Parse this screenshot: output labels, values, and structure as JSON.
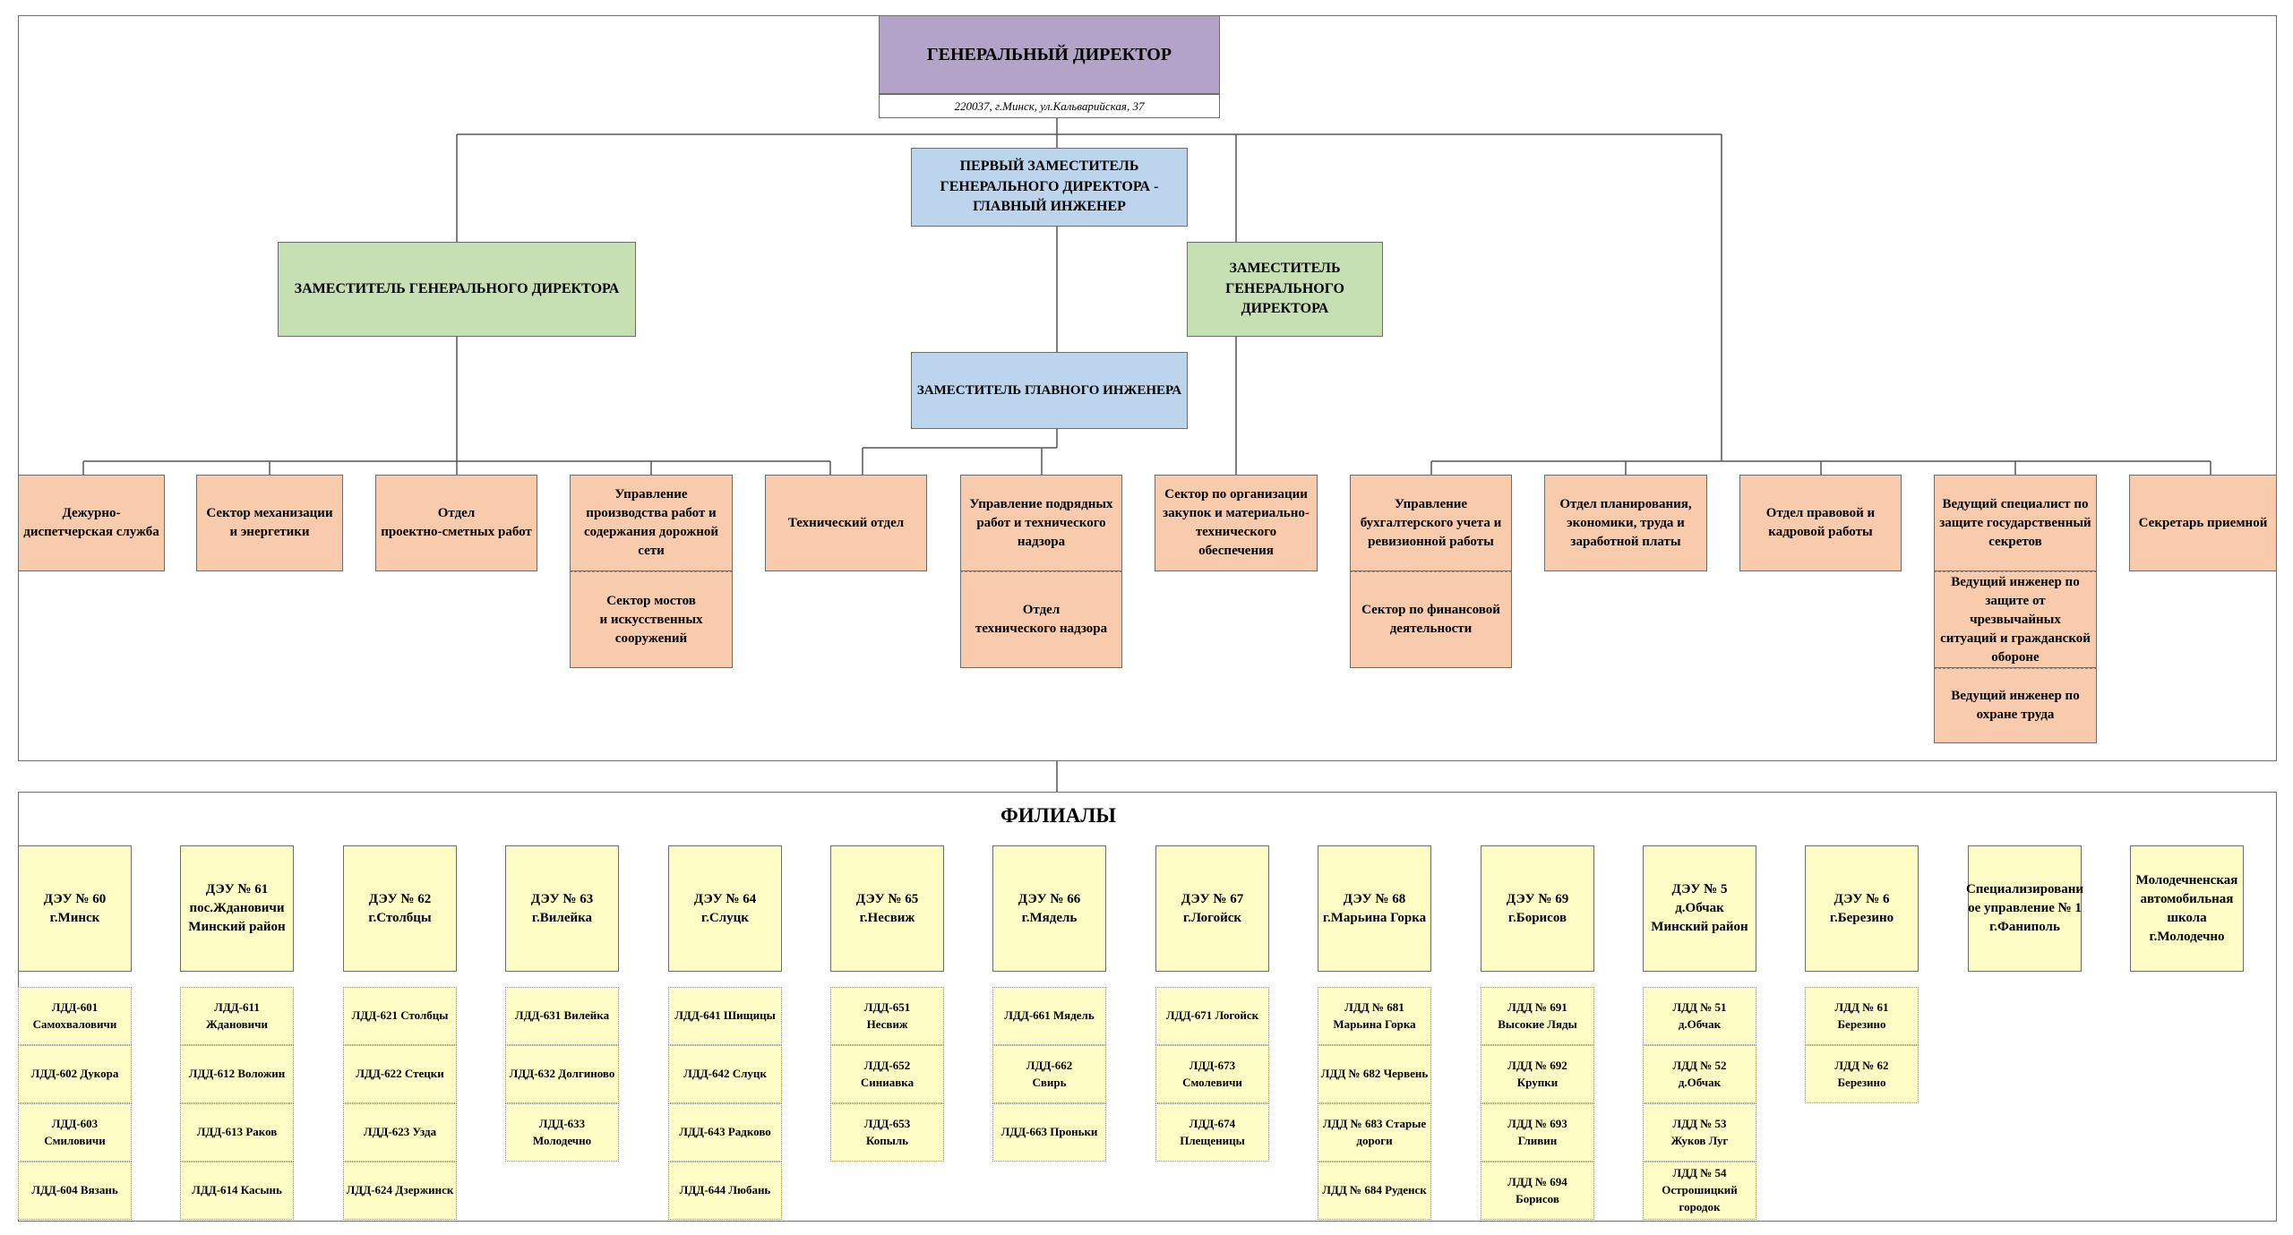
{
  "top": {
    "director": "ГЕНЕРАЛЬНЫЙ ДИРЕКТОР",
    "address": "220037, г.Минск, ул.Кальварийская, 37",
    "first_deputy": "ПЕРВЫЙ ЗАМЕСТИТЕЛЬ\nГЕНЕРАЛЬНОГО ДИРЕКТОРА -\nГЛАВНЫЙ ИНЖЕНЕР",
    "deputy_left": "ЗАМЕСТИТЕЛЬ ГЕНЕРАЛЬНОГО ДИРЕКТОРА",
    "deputy_right": "ЗАМЕСТИТЕЛЬ\nГЕНЕРАЛЬНОГО\nДИРЕКТОРА",
    "deputy_chief_engineer": "ЗАМЕСТИТЕЛЬ ГЛАВНОГО ИНЖЕНЕРА"
  },
  "departments": {
    "d1": "Дежурно-\nдиспетчерская служба",
    "d2": "Сектор механизации\nи энергетики",
    "d3": "Отдел\nпроектно-сметных работ",
    "d4": "Управление\nпроизводства работ и\nсодержания дорожной\nсети",
    "d4_sub": "Сектор мостов\nи искусственных\nсооружений",
    "d5": "Технический отдел",
    "d6": "Управление подрядных\nработ и технического\nнадзора",
    "d6_sub": "Отдел\nтехнического надзора",
    "d7": "Сектор по организации\nзакупок и материально-\nтехнического\nобеспечения",
    "d8": "Управление\nбухгалтерского учета и\nревизионной работы",
    "d8_sub": "Сектор по финансовой\nдеятельности",
    "d9": "Отдел планирования,\nэкономики, труда и\nзаработной платы",
    "d10": "Отдел правовой и\nкадровой работы",
    "d11": "Ведущий специалист по\nзащите государственный\nсекретов",
    "d11_sub1": "Ведущий инженер по\nзащите от чрезвычайных\nситуаций и гражданской\nобороне",
    "d11_sub2": "Ведущий инженер по\nохране труда",
    "d12": "Секретарь приемной"
  },
  "branches_title": "ФИЛИАЛЫ",
  "branches": [
    {
      "name": "ДЭУ № 60\nг.Минск",
      "items": [
        "ЛДД-601\nСамохваловичи",
        "ЛДД-602 Дукора",
        "ЛДД-603\nСмиловичи",
        "ЛДД-604 Вязань"
      ]
    },
    {
      "name": "ДЭУ № 61\nпос.Ждановичи\nМинский район",
      "items": [
        "ЛДД-611\nЖдановичи",
        "ЛДД-612 Воложин",
        "ЛДД-613 Раков",
        "ЛДД-614 Касынь"
      ]
    },
    {
      "name": "ДЭУ № 62\nг.Столбцы",
      "items": [
        "ЛДД-621 Столбцы",
        "ЛДД-622 Стецки",
        "ЛДД-623 Узда",
        "ЛДД-624 Дзержинск"
      ]
    },
    {
      "name": "ДЭУ № 63\nг.Вилейка",
      "items": [
        "ЛДД-631 Вилейка",
        "ЛДД-632 Долгиново",
        "ЛДД-633\nМолодечно"
      ]
    },
    {
      "name": "ДЭУ № 64\nг.Слуцк",
      "items": [
        "ЛДД-641 Шищицы",
        "ЛДД-642 Слуцк",
        "ЛДД-643 Радково",
        "ЛДД-644 Любань"
      ]
    },
    {
      "name": "ДЭУ № 65\nг.Несвиж",
      "items": [
        "ЛДД-651\nНесвиж",
        "ЛДД-652\nСиниавка",
        "ЛДД-653\nКопыль"
      ]
    },
    {
      "name": "ДЭУ № 66\nг.Мядель",
      "items": [
        "ЛДД-661 Мядель",
        "ЛДД-662\nСвирь",
        "ЛДД-663 Проньки"
      ]
    },
    {
      "name": "ДЭУ № 67\nг.Логойск",
      "items": [
        "ЛДД-671 Логойск",
        "ЛДД-673\nСмолевичи",
        "ЛДД-674\nПлещеницы"
      ]
    },
    {
      "name": "ДЭУ № 68\nг.Марьина Горка",
      "items": [
        "ЛДД № 681\nМарьина Горка",
        "ЛДД № 682 Червень",
        "ЛДД № 683 Старые\nдороги",
        "ЛДД № 684 Руденск"
      ]
    },
    {
      "name": "ДЭУ № 69\nг.Борисов",
      "items": [
        "ЛДД № 691\nВысокие Ляды",
        "ЛДД № 692\nКрупки",
        "ЛДД № 693\nГливин",
        "ЛДД № 694\nБорисов"
      ]
    },
    {
      "name": "ДЭУ № 5\nд.Обчак\nМинский район",
      "items": [
        "ЛДД № 51\nд.Обчак",
        "ЛДД № 52\nд.Обчак",
        "ЛДД № 53\nЖуков Луг",
        "ЛДД № 54\nОстрошицкий\nгородок"
      ]
    },
    {
      "name": "ДЭУ № 6\nг.Березино",
      "items": [
        "ЛДД № 61\nБерезино",
        "ЛДД № 62\nБерезино"
      ]
    },
    {
      "name": "Специализировани\nое управление № 1\nг.Фаниполь",
      "items": []
    },
    {
      "name": "Молодечненская\nавтомобильная\nшкола г.Молодечно",
      "items": []
    }
  ],
  "colors": {
    "director": "#b4a3c9",
    "first_deputy": "#bdd5ec",
    "deputy": "#c6e0b4",
    "department": "#f8cbad",
    "branch": "#fdfcc4"
  }
}
